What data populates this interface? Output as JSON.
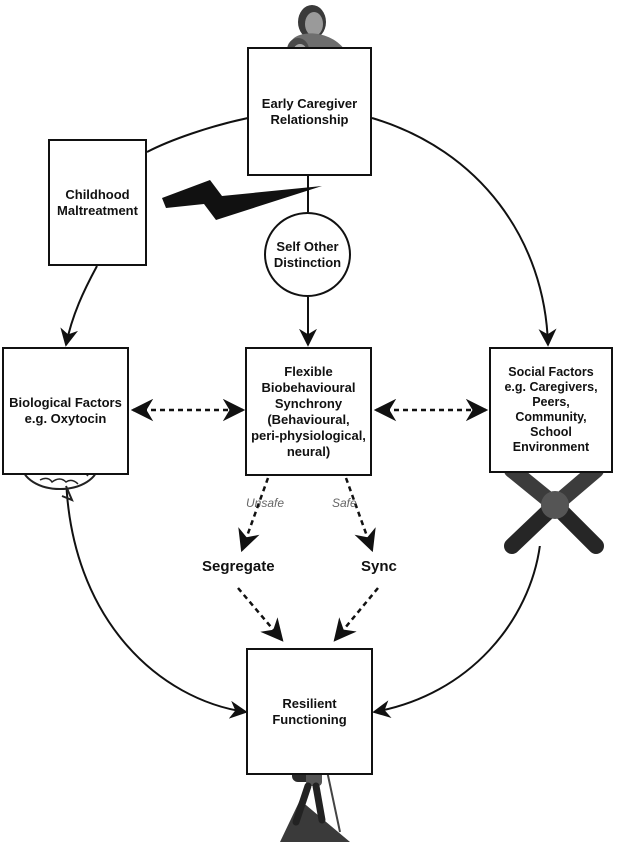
{
  "nodes": {
    "caregiver": [
      "Early Caregiver",
      "Relationship"
    ],
    "maltreatment": [
      "Childhood",
      "Maltreatment"
    ],
    "self_other": [
      "Self Other",
      "Distinction"
    ],
    "biological": [
      "Biological Factors",
      "e.g. Oxytocin"
    ],
    "synchrony": [
      "Flexible",
      "Biobehavioural",
      "Synchrony",
      "(Behavioural,",
      "peri-physiological,",
      "neural)"
    ],
    "social": [
      "Social Factors",
      "e.g. Caregivers,",
      "Peers,",
      "Community,",
      "School",
      "Environment"
    ],
    "resilient": [
      "Resilient",
      "Functioning"
    ]
  },
  "path_labels": {
    "unsafe": "Unsafe",
    "safe": "Safe"
  },
  "outcomes": {
    "segregate": "Segregate",
    "sync": "Sync"
  },
  "illustrations": [
    "mother-and-child",
    "brain",
    "joined-hands",
    "hiker"
  ]
}
